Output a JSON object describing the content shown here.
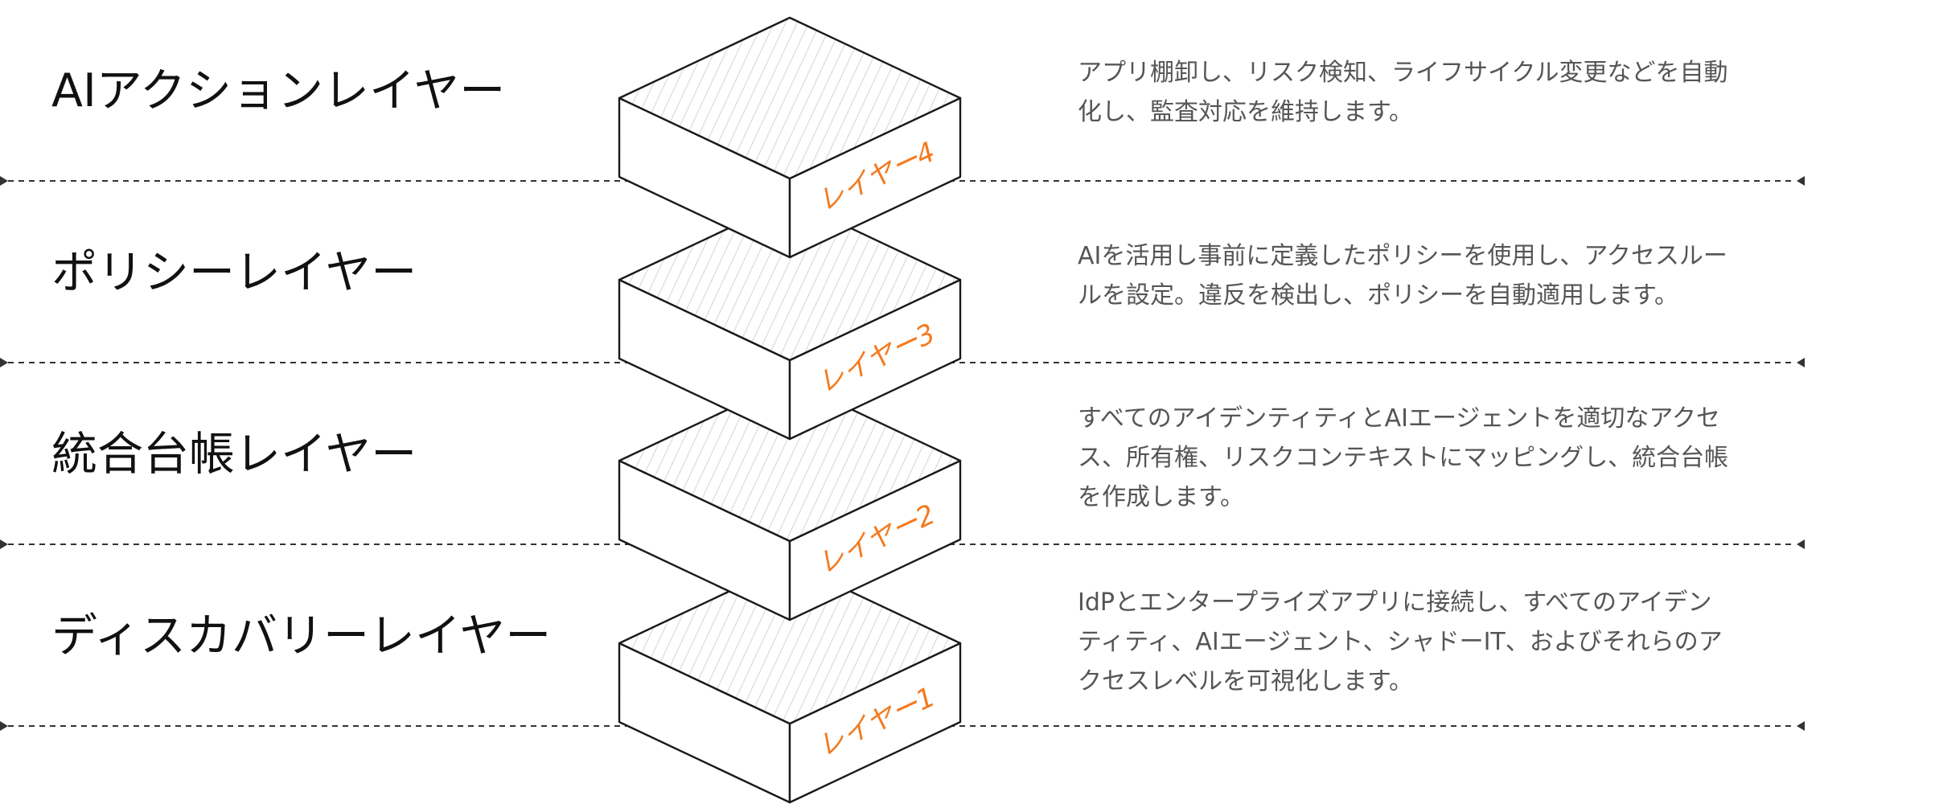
{
  "colors": {
    "accent": "#F47A1F",
    "title_text": "#111111",
    "description_text": "#555555",
    "outline": "#1A1A1A",
    "hatch": "#BDBDBD",
    "divider": "#333333"
  },
  "layers": [
    {
      "title": "AIアクションレイヤー",
      "block_label": "レイヤー4",
      "description_lines": [
        "アプリ棚卸し、リスク検知、ライフサイクル変更などを自動",
        "化し、監査対応を維持します。"
      ]
    },
    {
      "title": "ポリシーレイヤー",
      "block_label": "レイヤー3",
      "description_lines": [
        "AIを活用し事前に定義したポリシーを使用し、アクセスルー",
        "ルを設定。違反を検出し、ポリシーを自動適用します。"
      ]
    },
    {
      "title": "統合台帳レイヤー",
      "block_label": "レイヤー2",
      "description_lines": [
        "すべてのアイデンティティとAIエージェントを適切なアクセ",
        "ス、所有権、リスクコンテキストにマッピングし、統合台帳",
        "を作成します。"
      ]
    },
    {
      "title": "ディスカバリーレイヤー",
      "block_label": "レイヤー1",
      "description_lines": [
        "IdPとエンタープライズアプリに接続し、すべてのアイデン",
        "ティティ、AIエージェント、シャドーIT、およびそれらのア",
        "クセスレベルを可視化します。"
      ]
    }
  ]
}
